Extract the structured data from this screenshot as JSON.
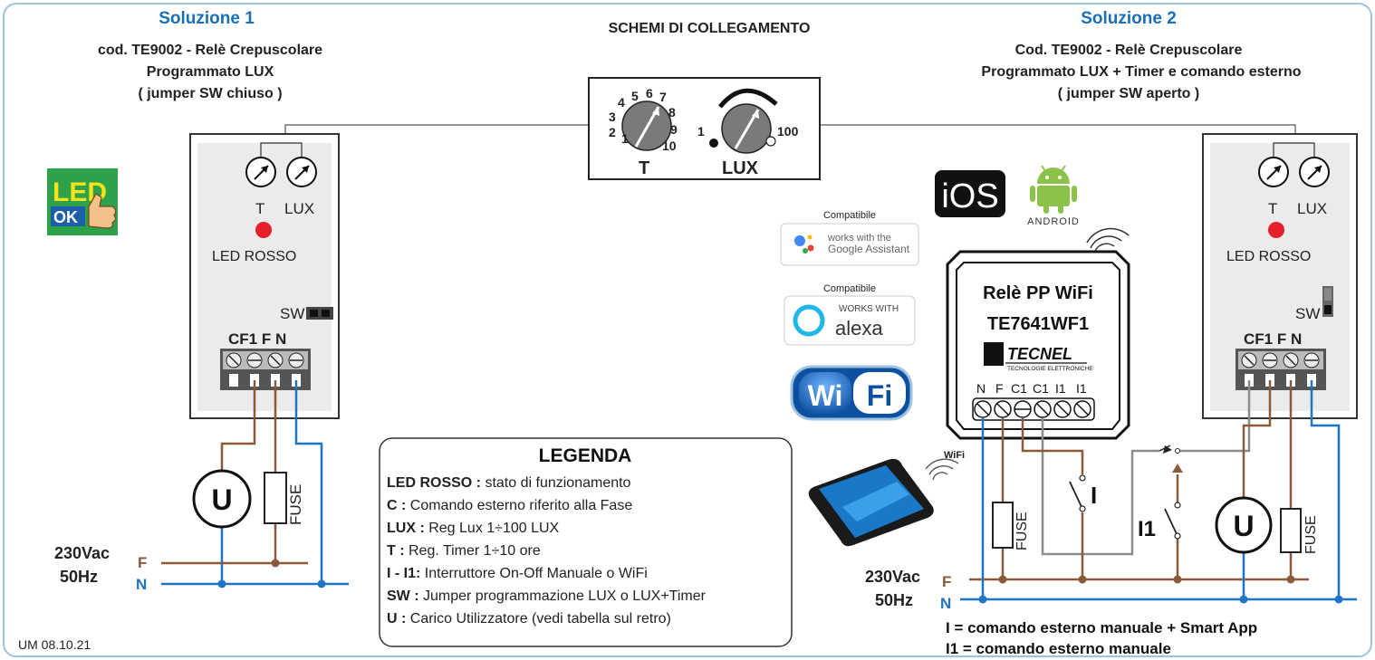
{
  "header": {
    "center_title": "SCHEMI DI COLLEGAMENTO",
    "left": {
      "title": "Soluzione 1",
      "line1": "cod. TE9002 - Relè Crepuscolare",
      "line2": "Programmato LUX",
      "line3": "( jumper SW chiuso )"
    },
    "right": {
      "title": "Soluzione 2",
      "line1": "Cod. TE9002 - Relè Crepuscolare",
      "line2": "Programmato LUX + Timer e comando esterno",
      "line3": "( jumper SW aperto )"
    }
  },
  "badge": {
    "top": "LED",
    "bottom": "OK"
  },
  "dial_panel": {
    "t_numbers": [
      "1",
      "2",
      "3",
      "4",
      "5",
      "6",
      "7",
      "8",
      "9",
      "10"
    ],
    "t_label": "T",
    "lux_min": "1",
    "lux_max": "100",
    "lux_label": "LUX"
  },
  "device": {
    "t_label": "T",
    "lux_label": "LUX",
    "led_label": "LED ROSSO",
    "sw_label": "SW",
    "terminals": "CF1 F  N",
    "led_color": "#e5202a"
  },
  "compat": {
    "google_caption": "Compatibile",
    "google_line1": "works with the",
    "google_line2": "Google Assistant",
    "alexa_caption": "Compatibile",
    "alexa_line1": "WORKS WITH",
    "alexa_line2": "alexa",
    "wifi_left": "Wi",
    "wifi_right": "Fi"
  },
  "os": {
    "ios": "iOS",
    "android": "ANDROID"
  },
  "relay": {
    "line1": "Relè PP WiFi",
    "line2": "TE7641WF1",
    "brand": "TECNEL",
    "brand_sub": "TECNOLOGIE ELETTRONICHE",
    "terminals": [
      "N",
      "F",
      "C1",
      "C1",
      "I1",
      "I1"
    ]
  },
  "phone": {
    "wifi": "WiFi"
  },
  "legend": {
    "title": "LEGENDA",
    "rows": [
      {
        "key": "LED ROSSO :",
        "text": " stato di funzionamento"
      },
      {
        "key": "C :",
        "text": " Comando esterno riferito alla Fase"
      },
      {
        "key": "LUX :",
        "text": " Reg Lux 1÷100 LUX"
      },
      {
        "key": "T :",
        "text": " Reg. Timer 1÷10 ore"
      },
      {
        "key": " I - I1:",
        "text": " Interruttore On-Off Manuale o WiFi"
      },
      {
        "key": "SW :",
        "text": " Jumper programmazione LUX o LUX+Timer"
      },
      {
        "key": "U :",
        "text": " Carico Utilizzatore (vedi tabella sul retro)"
      }
    ]
  },
  "supply": {
    "voltage": "230Vac",
    "freq": "50Hz",
    "f": "F",
    "n": "N"
  },
  "components": {
    "fuse": "FUSE",
    "load": "U",
    "switch_i": "I",
    "switch_i1": "I1"
  },
  "notes": {
    "i": "I  = comando esterno manuale + Smart App",
    "i1": "I1 = comando esterno manuale"
  },
  "footer": "UM 08.10.21",
  "colors": {
    "blue_title": "#1a6fb5",
    "brown_wire": "#8a5a3a",
    "blue_wire": "#1f75c4",
    "grey_wire": "#8c8c8c",
    "frame": "#9cc3e0"
  }
}
